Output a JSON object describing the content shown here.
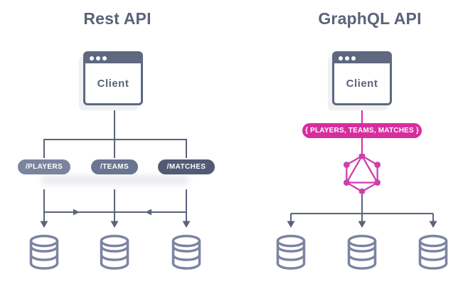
{
  "diagram": {
    "left": {
      "title": "Rest API",
      "client_label": "Client",
      "endpoints": [
        {
          "label": "/PLAYERS",
          "color": "#7B849D"
        },
        {
          "label": "/TEAMS",
          "color": "#6A7590"
        },
        {
          "label": "/MATCHES",
          "color": "#525B73"
        }
      ],
      "database_count": 3
    },
    "right": {
      "title": "GraphQL API",
      "client_label": "Client",
      "query_pill": {
        "label": "{ PLAYERS, TEAMS, MATCHES }",
        "color": "#D72E9F"
      },
      "logo_icon": "graphql-logo",
      "database_count": 3
    },
    "colors": {
      "ink": "#5B6379",
      "window_border": "#5F6880",
      "database_stroke": "#7C84A1",
      "pink": "#D72E9F",
      "logo_pink": "#CE3FAD",
      "soft_shadow": "#F1F1F4"
    }
  }
}
